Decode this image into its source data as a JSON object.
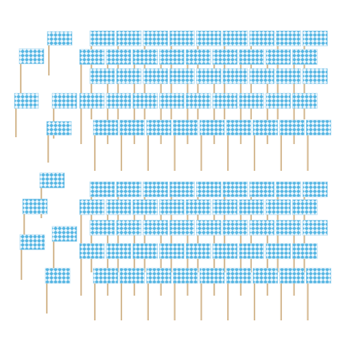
{
  "scene": {
    "subject": "toothpick-flags",
    "background_color": "#ffffff",
    "flag_light_color": "#eaf6fd",
    "flag_dark_color": "#56b6e3",
    "flag_border_color": "#9fd3ee",
    "stick_color": "#dcc29c",
    "stick_shade_color": "#c9ab80",
    "groups": [
      "top-group",
      "bottom-group"
    ]
  }
}
